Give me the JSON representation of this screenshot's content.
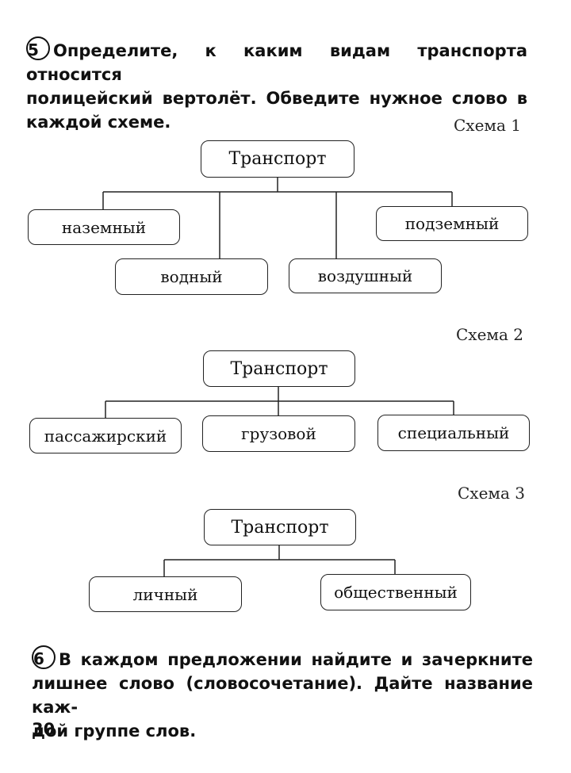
{
  "task5": {
    "number": "5",
    "line1": "Определите, к каким видам транспорта относится",
    "line2": "полицейский вертолёт. Обведите нужное слово в",
    "line3": "каждой схеме."
  },
  "schemes": [
    {
      "label": "Схема 1",
      "root": "Транспорт",
      "children": [
        "наземный",
        "водный",
        "воздушный",
        "подземный"
      ]
    },
    {
      "label": "Схема 2",
      "root": "Транспорт",
      "children": [
        "пассажирский",
        "грузовой",
        "специальный"
      ]
    },
    {
      "label": "Схема 3",
      "root": "Транспорт",
      "children": [
        "личный",
        "общественный"
      ]
    }
  ],
  "task6": {
    "number": "6",
    "line1": "В каждом предложении найдите и зачеркните",
    "line2": "лишнее слово (словосочетание). Дайте название каж-",
    "line3": "дой группе слов."
  },
  "page_number": "30"
}
